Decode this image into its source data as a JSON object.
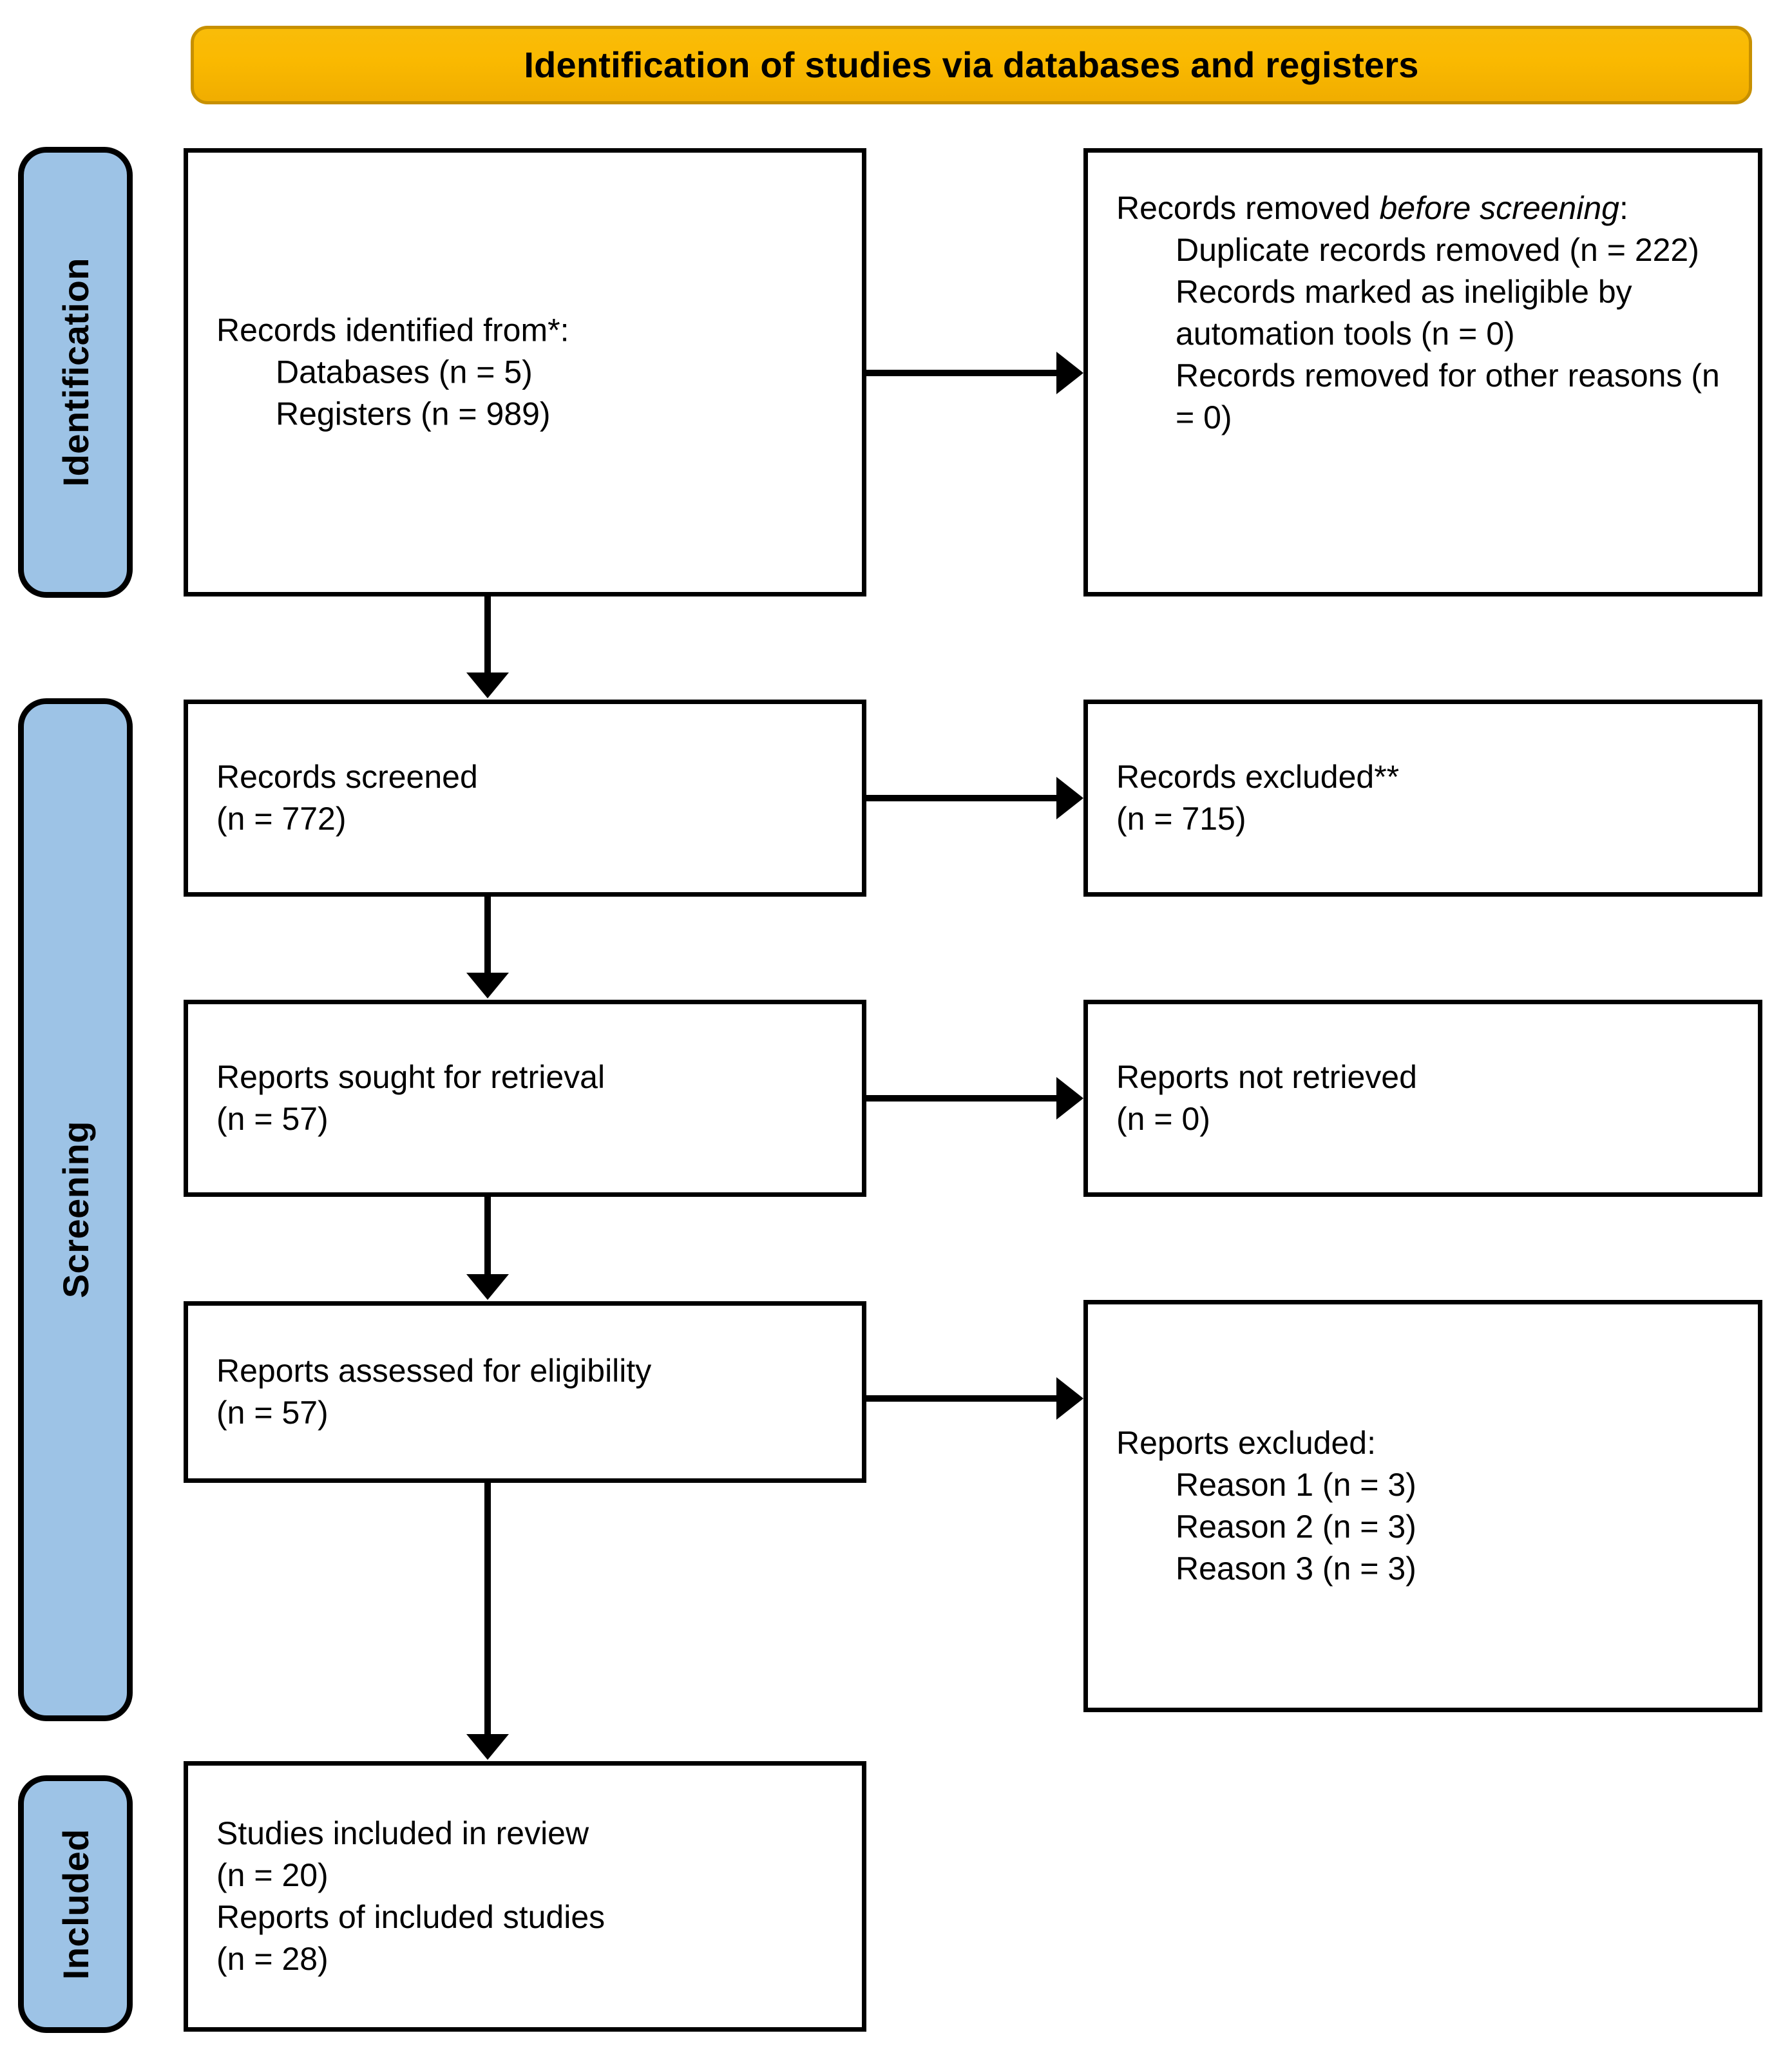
{
  "banner": {
    "title": "Identification of studies via databases and registers"
  },
  "stages": [
    {
      "key": "identification",
      "label": "Identification"
    },
    {
      "key": "screening",
      "label": "Screening"
    },
    {
      "key": "included",
      "label": "Included"
    }
  ],
  "boxes": {
    "identified": {
      "heading": "Records identified from*:",
      "item_databases": "Databases (n = 5)",
      "item_registers": "Registers (n = 989)"
    },
    "removed": {
      "heading_prefix": "Records removed ",
      "heading_italic": "before screening",
      "heading_suffix": ":",
      "item_duplicates": "Duplicate records removed (n = 222)",
      "item_automation": "Records marked as ineligible by automation tools (n = 0)",
      "item_other": "Records removed for other reasons (n = 0)"
    },
    "screened": {
      "label": "Records screened",
      "count": "(n = 772)"
    },
    "excluded_records": {
      "label": "Records excluded**",
      "count": "(n = 715)"
    },
    "sought": {
      "label": "Reports sought for retrieval",
      "count": "(n = 57)"
    },
    "not_retrieved": {
      "label": "Reports not retrieved",
      "count": "(n = 0)"
    },
    "assessed": {
      "label": "Reports assessed for eligibility",
      "count": "(n = 57)"
    },
    "excluded_reports": {
      "heading": "Reports excluded:",
      "reason1": "Reason 1 (n = 3)",
      "reason2": "Reason 2 (n = 3)",
      "reason3": "Reason 3 (n = 3)"
    },
    "included": {
      "studies_label": "Studies included in review",
      "studies_count": "(n = 20)",
      "reports_label": "Reports of included studies",
      "reports_count": "(n = 28)"
    }
  },
  "colors": {
    "banner_fill": "#fab900",
    "banner_border": "#c79000",
    "stage_fill": "#9dc3e6",
    "box_border": "#000000",
    "text": "#000000"
  }
}
